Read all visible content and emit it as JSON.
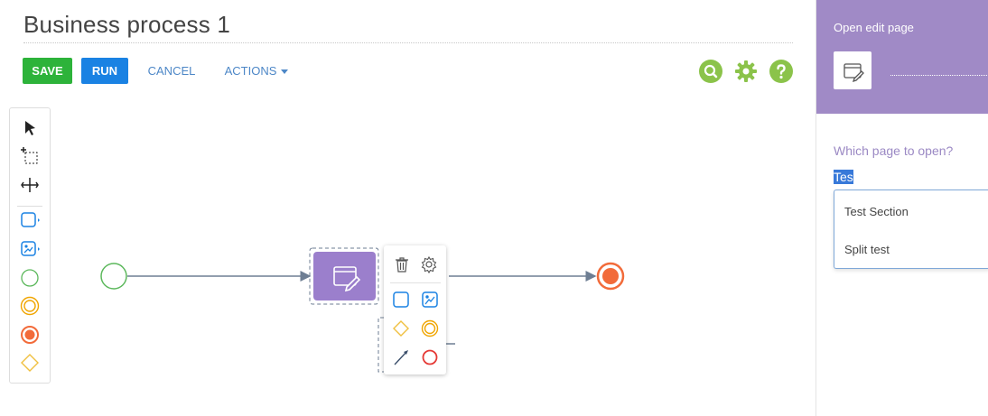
{
  "header": {
    "title": "Business process 1",
    "buttons": {
      "save": "SAVE",
      "run": "RUN",
      "cancel": "CANCEL",
      "actions": "ACTIONS"
    },
    "icons": [
      "search-icon",
      "gear-icon",
      "help-icon"
    ]
  },
  "toolbar": {
    "tools": [
      "pointer-icon",
      "lasso-select-icon",
      "space-tool-icon",
      "user-task-icon",
      "script-task-icon",
      "start-event-icon",
      "intermediate-event-icon",
      "end-event-icon",
      "gateway-icon"
    ]
  },
  "context_menu": {
    "icons": [
      "delete-icon",
      "settings-icon",
      "user-task-icon",
      "script-task-icon",
      "gateway-icon",
      "intermediate-event-icon",
      "connector-arrow-icon",
      "end-event-icon"
    ]
  },
  "panel": {
    "title": "Open edit page",
    "question": "Which page to open?",
    "input_value": "Tes",
    "options": [
      "Test Section",
      "Split test"
    ]
  },
  "colors": {
    "save": "#2db33a",
    "run": "#1a82e3",
    "link": "#4d87c7",
    "header_icons": "#8bc34a",
    "panel_purple": "#a08ac6",
    "task_purple": "#9b7fcc",
    "start_green": "#5cb85c",
    "end_orange": "#f26b3a",
    "intermediate": "#f0a500",
    "gateway": "#f0c040"
  }
}
